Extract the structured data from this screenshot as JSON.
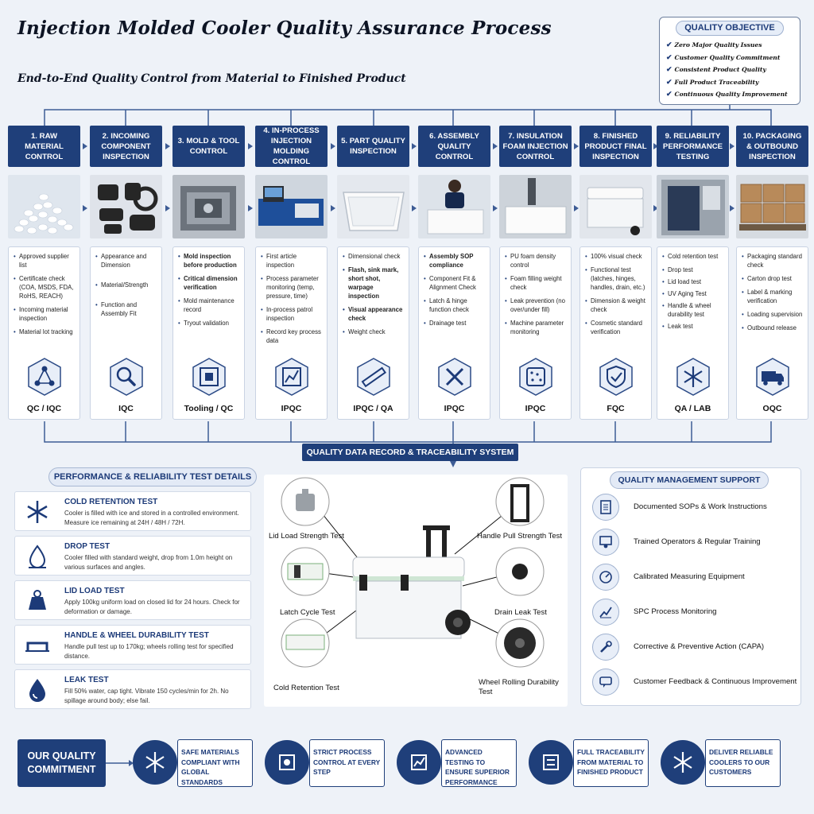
{
  "title": "Injection Molded Cooler Quality Assurance Process",
  "subtitle": "End-to-End Quality Control from Material to Finished Product",
  "objective": {
    "heading": "QUALITY OBJECTIVE",
    "items": [
      "Zero Major Quality Issues",
      "Customer Quality Commitment",
      "Consistent Product Quality",
      "Full Product Traceability",
      "Continuous Quality Improvement"
    ]
  },
  "steps": [
    {
      "title": "1. RAW MATERIAL CONTROL",
      "bullets": [
        "Approved supplier list",
        "Certificate check (COA, MSDS, FDA, RoHS, REACH)",
        "Incoming material inspection",
        "Material lot tracking"
      ],
      "tag": "QC / IQC",
      "icon": "network-icon"
    },
    {
      "title": "2. INCOMING COMPONENT INSPECTION",
      "bullets": [
        "Appearance and Dimension",
        "Material/Strength",
        "Function and Assembly Fit"
      ],
      "tag": "IQC",
      "icon": "magnifier-icon"
    },
    {
      "title": "3. MOLD & TOOL CONTROL",
      "bullets": [
        "Mold inspection before production",
        "Critical dimension verification",
        "Mold maintenance record",
        "Tryout validation"
      ],
      "tag": "Tooling / QC",
      "icon": "mold-icon"
    },
    {
      "title": "4. IN-PROCESS INJECTION MOLDING CONTROL",
      "bullets": [
        "First article inspection",
        "Process parameter monitoring (temp, pressure, time)",
        "In-process patrol inspection",
        "Record key process data"
      ],
      "tag": "IPQC",
      "icon": "process-icon"
    },
    {
      "title": "5. PART QUALITY INSPECTION",
      "bullets": [
        "Dimensional check",
        "Flash, sink mark, short shot, warpage inspection",
        "Visual appearance check",
        "Weight check"
      ],
      "tag": "IPQC / QA",
      "icon": "ruler-icon"
    },
    {
      "title": "6. ASSEMBLY QUALITY CONTROL",
      "bullets": [
        "Assembly SOP compliance",
        "Component Fit & Alignment Check",
        "Latch & hinge function check",
        "Drainage test"
      ],
      "tag": "IPQC",
      "icon": "tools-icon"
    },
    {
      "title": "7. INSULATION FOAM INJECTION CONTROL",
      "bullets": [
        "PU foam density control",
        "Foam filling weight check",
        "Leak prevention (no over/under fill)",
        "Machine parameter monitoring"
      ],
      "tag": "IPQC",
      "icon": "foam-icon"
    },
    {
      "title": "8. FINISHED PRODUCT FINAL INSPECTION",
      "bullets": [
        "100% visual check",
        "Functional test (latches, hinges, handles, drain, etc.)",
        "Dimension & weight check",
        "Cosmetic standard verification"
      ],
      "tag": "FQC",
      "icon": "shield-check-icon"
    },
    {
      "title": "9. RELIABILITY PERFORMANCE TESTING",
      "bullets": [
        "Cold retention test",
        "Drop test",
        "Lid load test",
        "UV Aging Test",
        "Handle & wheel durability test",
        "Leak test"
      ],
      "tag": "QA / LAB",
      "icon": "snowflake-icon"
    },
    {
      "title": "10. PACKAGING & OUTBOUND INSPECTION",
      "bullets": [
        "Packaging standard check",
        "Carton drop test",
        "Label & marking verification",
        "Loading supervision",
        "Outbound release"
      ],
      "tag": "OQC",
      "icon": "truck-icon"
    }
  ],
  "trace_bar": "QUALITY DATA RECORD & TRACEABILITY SYSTEM",
  "perf": {
    "heading": "PERFORMANCE & RELIABILITY TEST DETAILS",
    "tests": [
      {
        "title": "COLD RETENTION TEST",
        "desc": "Cooler is filled with ice and stored in a controlled environment. Measure ice remaining at 24H / 48H / 72H.",
        "icon": "snowflake-icon"
      },
      {
        "title": "DROP TEST",
        "desc": "Cooler filled with standard weight, drop from 1.0m height on various surfaces and angles.",
        "icon": "drop-test-icon"
      },
      {
        "title": "LID LOAD TEST",
        "desc": "Apply 100kg uniform load on closed lid for 24 hours. Check for deformation or damage.",
        "icon": "weight-icon"
      },
      {
        "title": "HANDLE & WHEEL DURABILITY TEST",
        "desc": "Handle pull test up to 170kg; wheels rolling test for specified distance.",
        "icon": "handle-icon"
      },
      {
        "title": "LEAK TEST",
        "desc": "Fill 50% water, cap tight. Vibrate 150 cycles/min for 2h. No spillage around body; else fail.",
        "icon": "water-drop-icon"
      }
    ]
  },
  "center_labels": {
    "lid_load": "Lid Load Strength Test",
    "handle_pull": "Handle Pull Strength Test",
    "latch": "Latch Cycle Test",
    "drain": "Drain Leak Test",
    "cold": "Cold Retention Test",
    "wheel": "Wheel Rolling Durability Test"
  },
  "qms": {
    "heading": "QUALITY MANAGEMENT SUPPORT",
    "items": [
      {
        "label": "Documented SOPs & Work Instructions",
        "icon": "document-icon"
      },
      {
        "label": "Trained Operators & Regular Training",
        "icon": "training-icon"
      },
      {
        "label": "Calibrated Measuring Equipment",
        "icon": "gauge-icon"
      },
      {
        "label": "SPC Process Monitoring",
        "icon": "chart-icon"
      },
      {
        "label": "Corrective & Preventive Action (CAPA)",
        "icon": "wrench-icon"
      },
      {
        "label": "Customer Feedback & Continuous Improvement",
        "icon": "feedback-icon"
      }
    ]
  },
  "commitment": {
    "label": "OUR QUALITY COMMITMENT",
    "items": [
      {
        "text": "SAFE MATERIALS COMPLIANT WITH GLOBAL STANDARDS",
        "icon": "snowflake-icon"
      },
      {
        "text": "STRICT PROCESS CONTROL AT EVERY STEP",
        "icon": "process-control-icon"
      },
      {
        "text": "ADVANCED TESTING TO ENSURE SUPERIOR PERFORMANCE",
        "icon": "testing-icon"
      },
      {
        "text": "FULL TRACEABILITY FROM MATERIAL TO FINISHED PRODUCT",
        "icon": "traceability-icon"
      },
      {
        "text": "DELIVER RELIABLE COOLERS TO OUR CUSTOMERS",
        "icon": "snowflake-icon"
      }
    ]
  },
  "colors": {
    "navy": "#1f3f7a",
    "background": "#eef2f8",
    "accent": "#1c3a78"
  }
}
